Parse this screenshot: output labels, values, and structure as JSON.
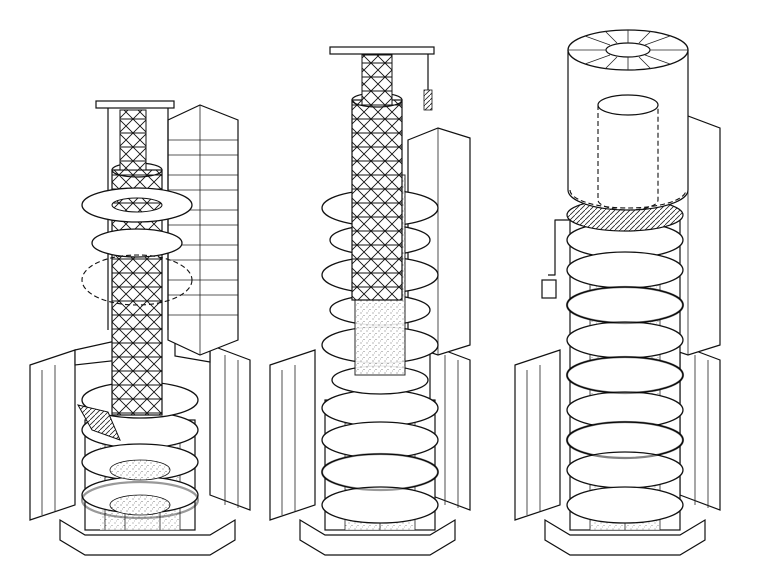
{
  "figure": {
    "panels": [
      {
        "id": "stage-1",
        "description_name": "tower-construction-stage-1"
      },
      {
        "id": "stage-2",
        "description_name": "tower-construction-stage-2"
      },
      {
        "id": "stage-3",
        "description_name": "tower-construction-stage-3"
      }
    ]
  }
}
